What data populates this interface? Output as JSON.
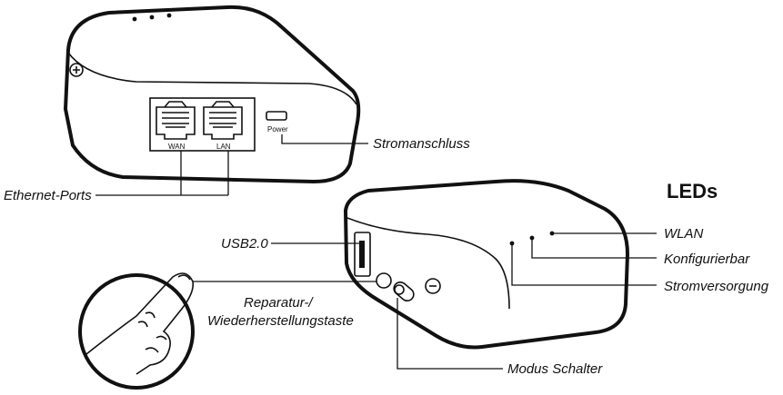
{
  "labels": {
    "stromanschluss": "Stromanschluss",
    "ethernet_ports": "Ethernet-Ports",
    "leds_title": "LEDs",
    "wlan": "WLAN",
    "konfigurierbar": "Konfigurierbar",
    "stromversorgung": "Stromversorgung",
    "usb": "USB2.0",
    "reparatur_line1": "Reparatur-/",
    "reparatur_line2": "Wiederherstellungstaste",
    "modus": "Modus Schalter"
  },
  "ports": {
    "wan": "WAN",
    "lan": "LAN",
    "power": "Power"
  }
}
